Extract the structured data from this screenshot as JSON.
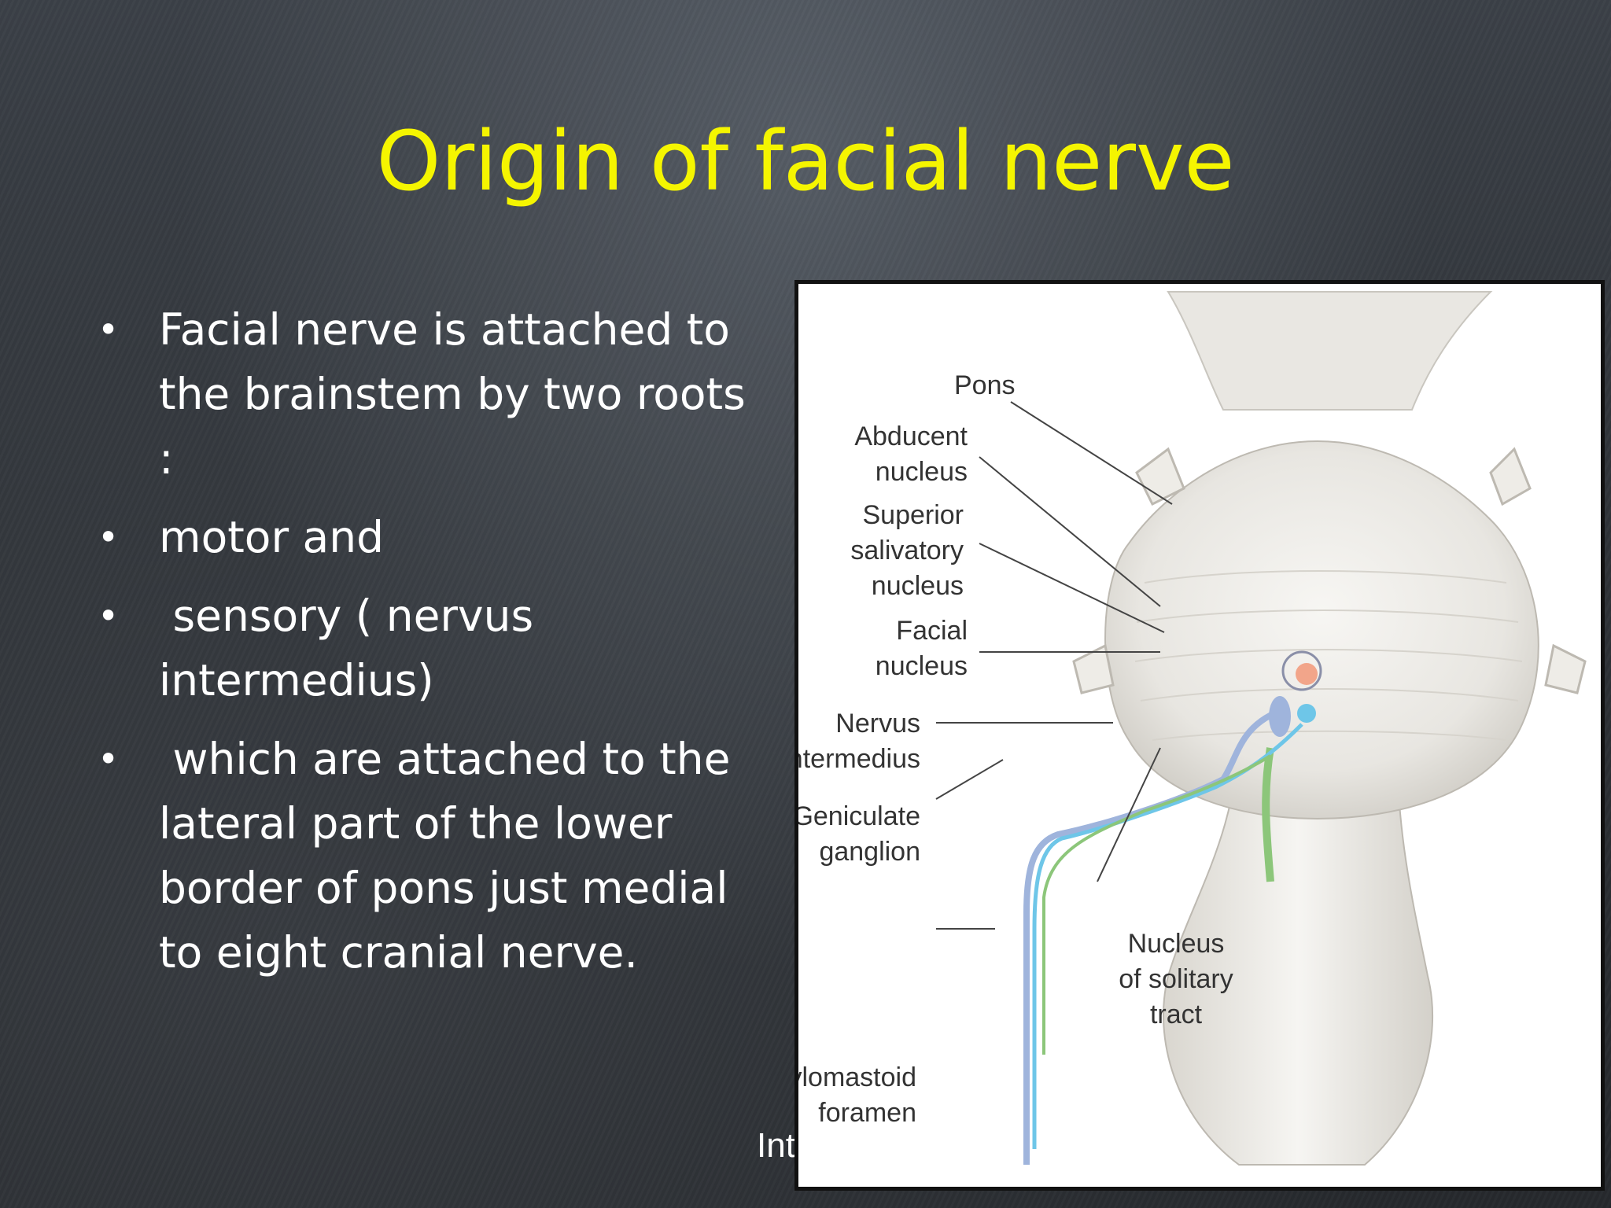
{
  "slide": {
    "title": "Origin of facial nerve",
    "bullets": [
      "Facial nerve is attached to the brainstem by two roots :",
      "motor and",
      " sensory ( nervus intermedius)",
      " which are attached to the lateral part of the lower border of pons just medial to eight cranial nerve."
    ],
    "footer_fragment": "Int"
  },
  "figure": {
    "labels": {
      "pons": "Pons",
      "abducent": [
        "Abducent",
        "nucleus"
      ],
      "superior_salivatory": [
        "Superior",
        "salivatory",
        "nucleus"
      ],
      "facial_nucleus": [
        "Facial",
        "nucleus"
      ],
      "nervus_intermedius": [
        "Nervus",
        "intermedius"
      ],
      "geniculate_ganglion": [
        "Geniculate",
        "ganglion"
      ],
      "nucleus_solitary": [
        "Nucleus",
        "of solitary",
        "tract"
      ],
      "stylomastoid": [
        "Stylomastoid",
        "foramen"
      ]
    }
  },
  "colors": {
    "title": "#f5f500",
    "text": "#ffffff",
    "abducent_nucleus": "#f2a58a",
    "salivatory_nucleus": "#6ec6e8",
    "facial_nucleus": "#9fb4dc",
    "solitary_tract": "#8cc67a"
  }
}
